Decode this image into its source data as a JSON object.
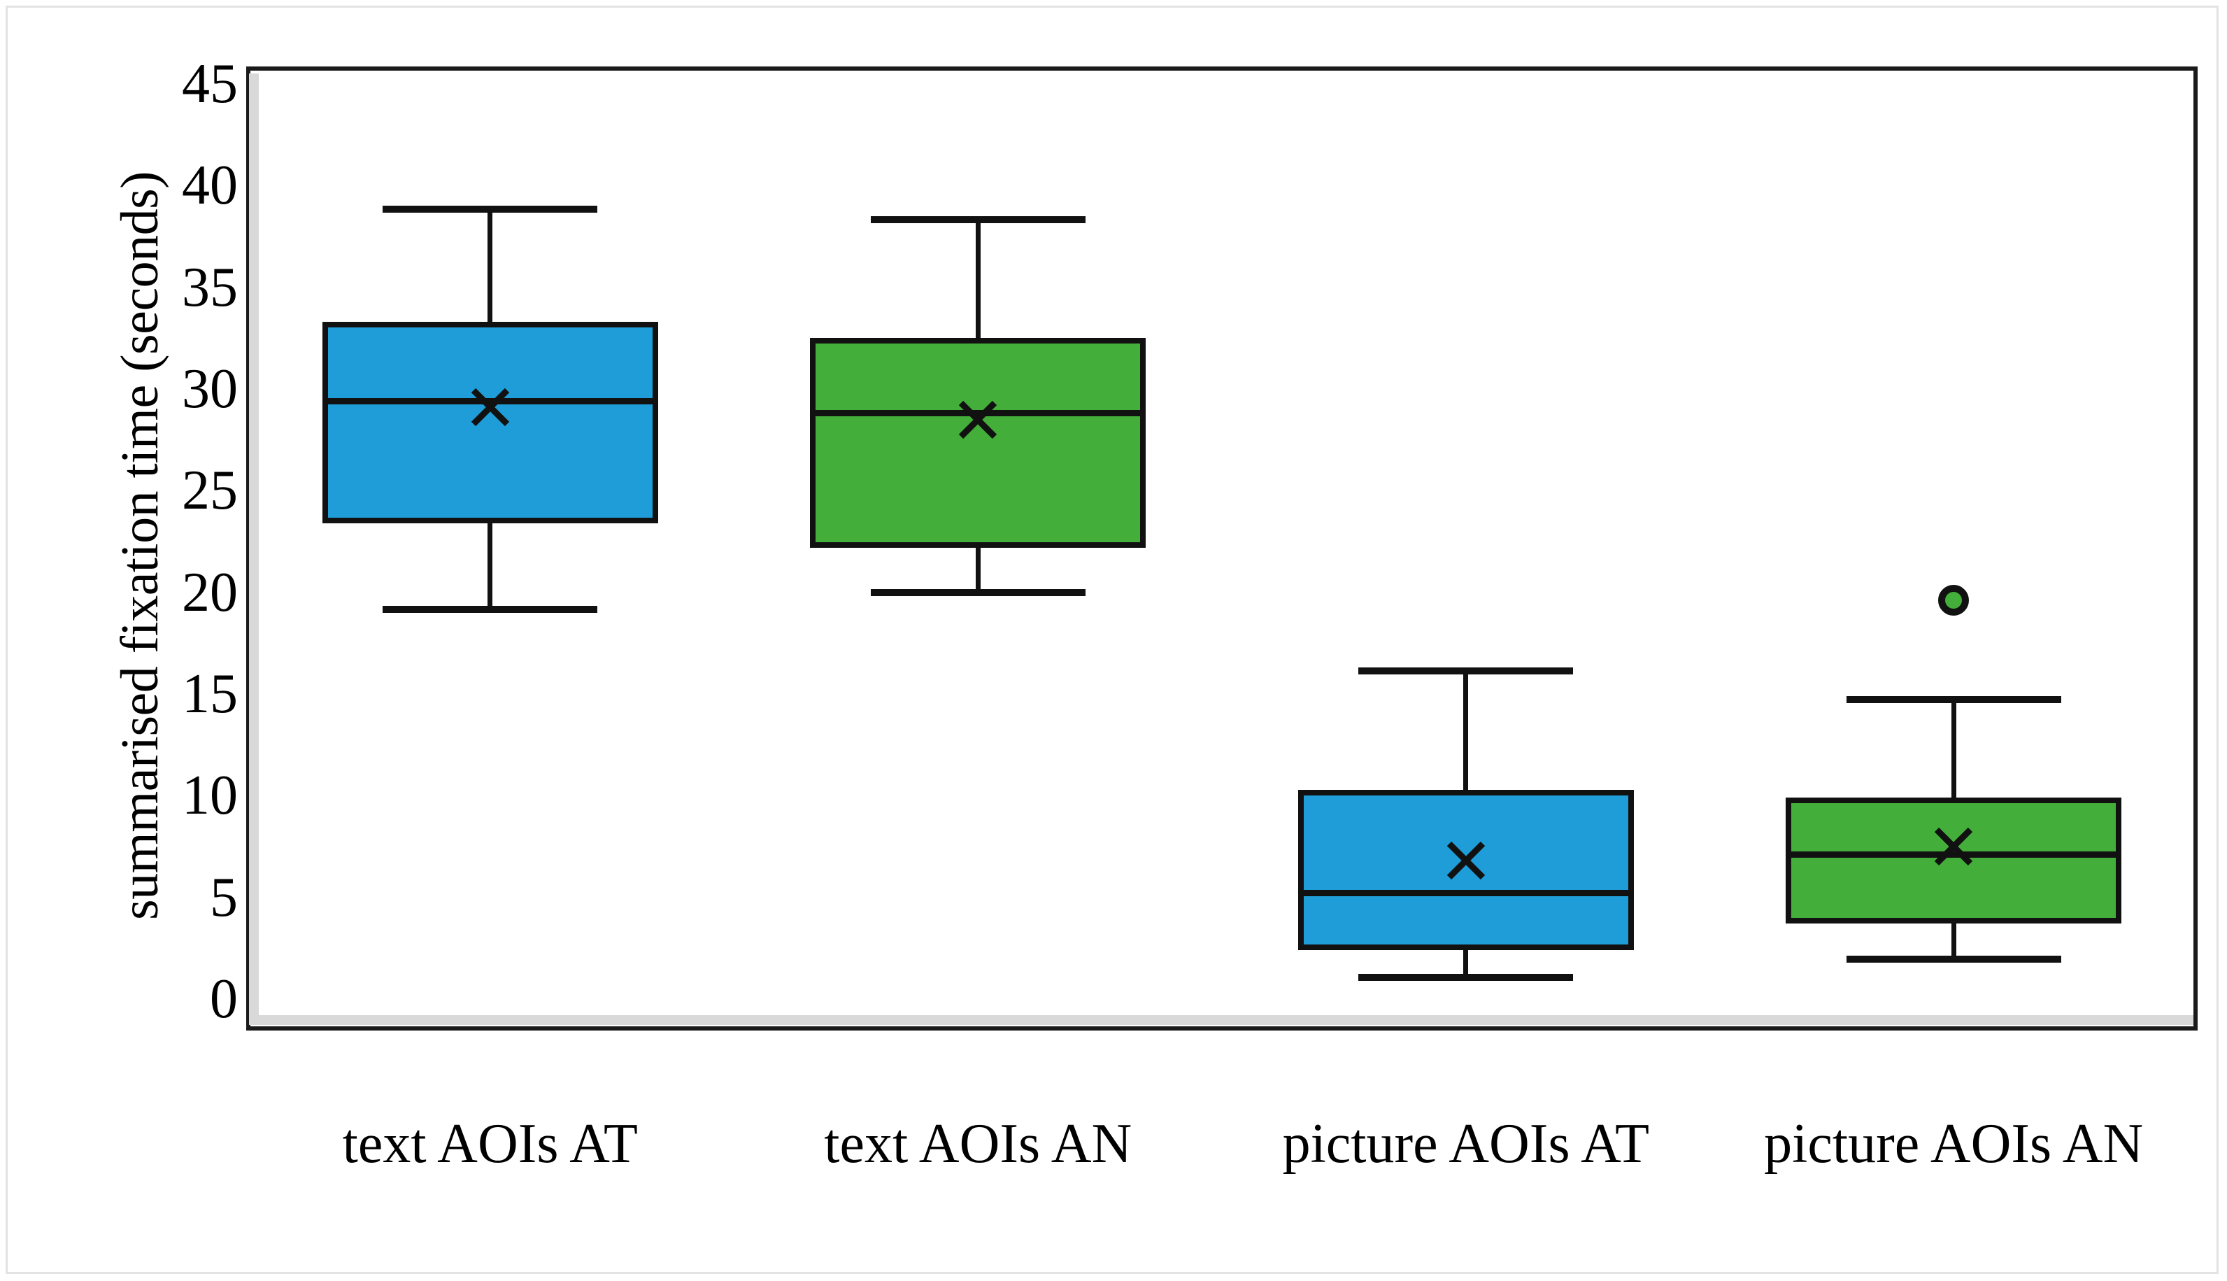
{
  "chart_data": {
    "type": "box",
    "title": "",
    "subtitle": "",
    "xlabel": "",
    "ylabel": "summarised fixation time (seconds)",
    "ylim": [
      0,
      45
    ],
    "ytick_labels": [
      "0",
      "5",
      "10",
      "15",
      "20",
      "25",
      "30",
      "35",
      "40",
      "45"
    ],
    "ytick_values": [
      0,
      5,
      10,
      15,
      20,
      25,
      30,
      35,
      40,
      45
    ],
    "grid": false,
    "legend": "none",
    "categories": [
      "text AOIs AT",
      "text AOIs AN",
      "picture AOIs AT",
      "picture AOIs AN"
    ],
    "colors": {
      "blue": "#1f9dd8",
      "green": "#43ae39",
      "outline": "#111111",
      "frame": "#1a1a1a",
      "card_border": "#e3e3e3",
      "inner_shade": "#d9d9d9",
      "background": "#ffffff"
    },
    "boxes": [
      {
        "label": "text AOIs AT",
        "color_name": "blue",
        "color": "#1f9dd8",
        "whisker_low": 19.0,
        "q1": 23.4,
        "median": 29.4,
        "q3": 33.3,
        "whisker_high": 39.0,
        "mean": 29.1,
        "outliers": []
      },
      {
        "label": "text AOIs AN",
        "color_name": "green",
        "color": "#43ae39",
        "whisker_low": 19.8,
        "q1": 22.2,
        "median": 28.8,
        "q3": 32.5,
        "whisker_high": 38.5,
        "mean": 28.5,
        "outliers": []
      },
      {
        "label": "picture AOIs AT",
        "color_name": "blue",
        "color": "#1f9dd8",
        "whisker_low": 0.9,
        "q1": 2.4,
        "median": 5.2,
        "q3": 10.3,
        "whisker_high": 16.3,
        "mean": 6.8,
        "outliers": []
      },
      {
        "label": "picture AOIs AN",
        "color_name": "green",
        "color": "#43ae39",
        "whisker_low": 1.8,
        "q1": 3.7,
        "median": 7.1,
        "q3": 9.9,
        "whisker_high": 14.9,
        "mean": 7.5,
        "outliers": [
          19.6
        ]
      }
    ],
    "marker_legend": {
      "mean_marker": "x-cross",
      "outlier_marker": "filled-circle"
    }
  }
}
